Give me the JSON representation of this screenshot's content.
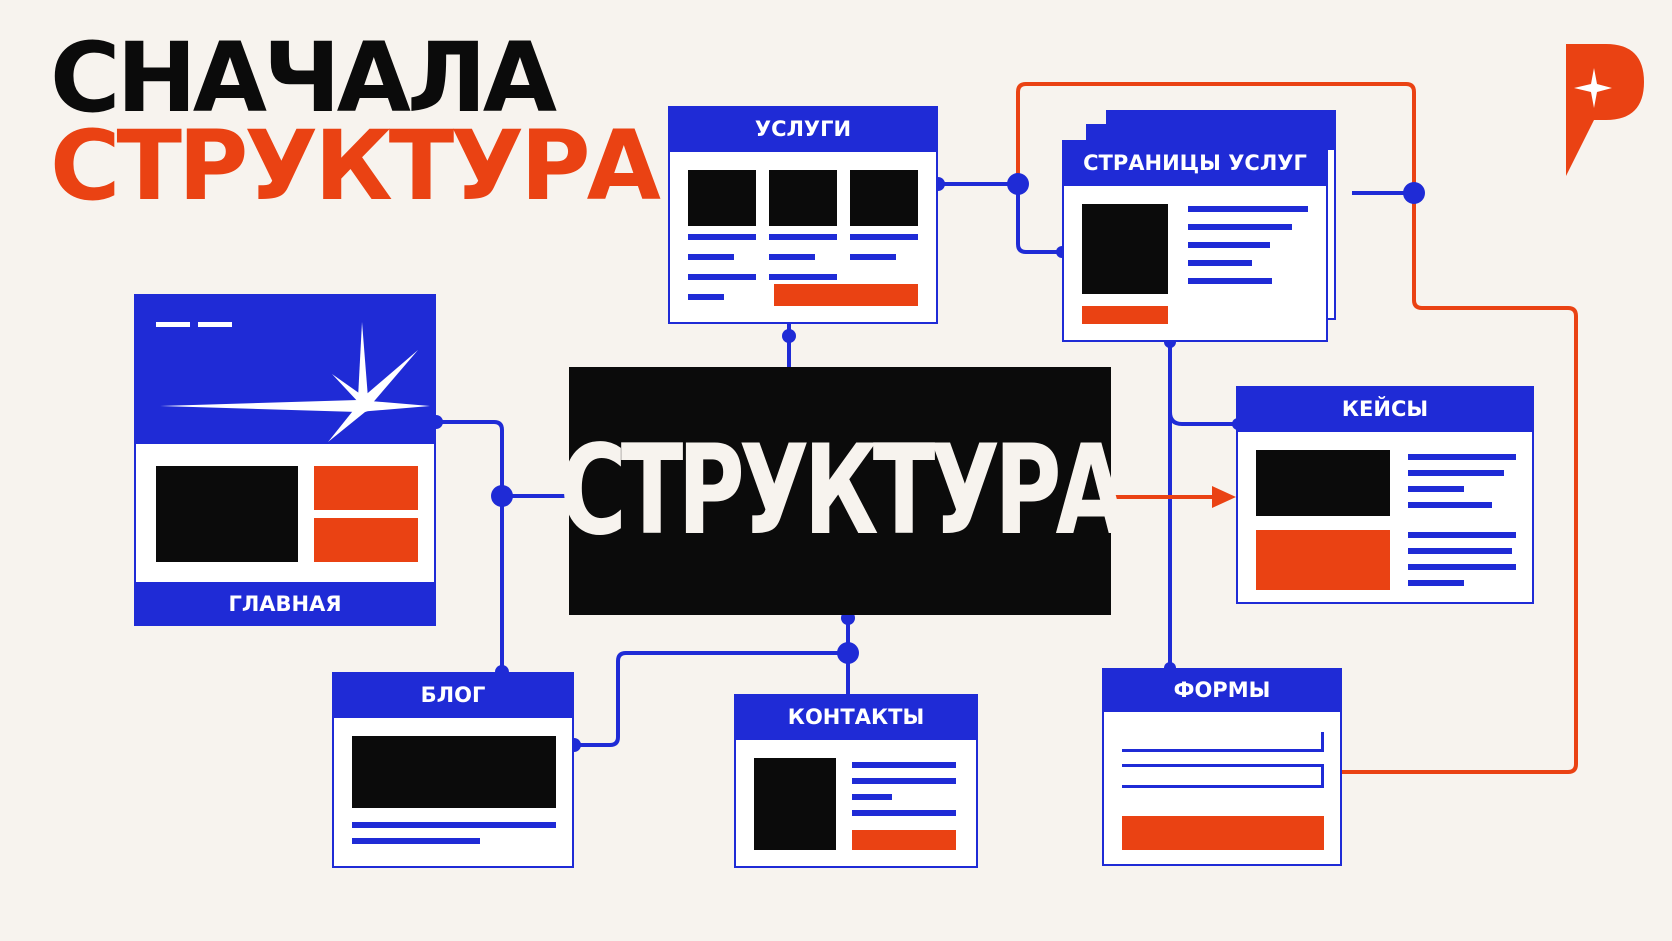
{
  "title": {
    "line1": "СНАЧАЛА",
    "line2": "СТРУКТУРА"
  },
  "hub": {
    "label": "СТРУКТУРА"
  },
  "cards": {
    "services": {
      "label": "УСЛУГИ"
    },
    "service_pages": {
      "label": "СТРАНИЦЫ УСЛУГ"
    },
    "home": {
      "label": "ГЛАВНАЯ"
    },
    "cases": {
      "label": "КЕЙСЫ"
    },
    "blog": {
      "label": "БЛОГ"
    },
    "contacts": {
      "label": "КОНТАКТЫ"
    },
    "forms": {
      "label": "ФОРМЫ"
    }
  },
  "colors": {
    "blue": "#1f2bd6",
    "orange": "#ea4213",
    "black": "#0b0b0b",
    "background": "#f7f3ee"
  },
  "icons": {
    "logo": "r-logo-icon",
    "sparkle": "sparkle-icon",
    "arrow": "arrow-right-icon"
  }
}
